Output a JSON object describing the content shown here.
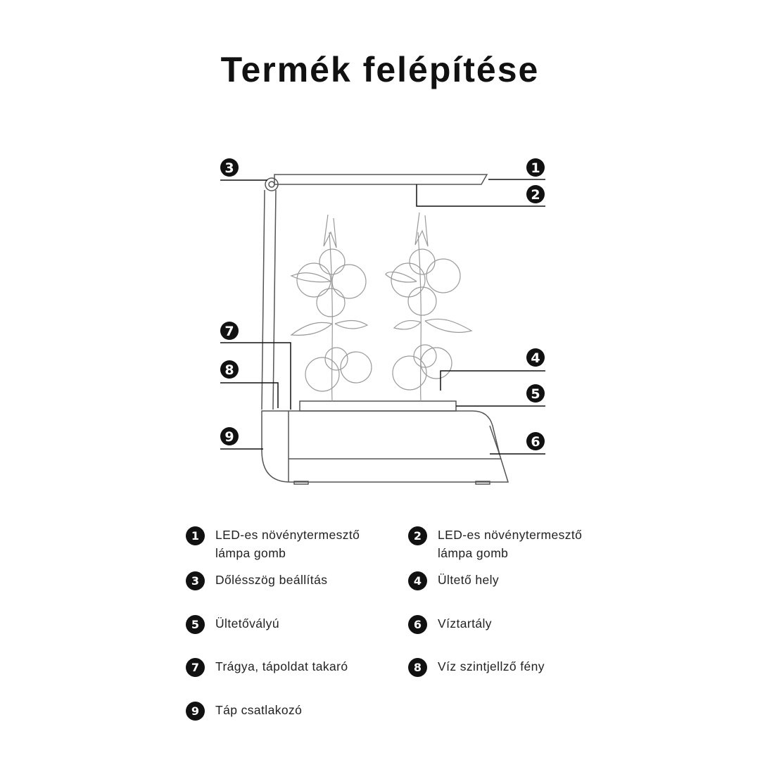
{
  "title": "Termék felépítése",
  "callouts": [
    "1",
    "2",
    "3",
    "4",
    "5",
    "6",
    "7",
    "8",
    "9"
  ],
  "legend": [
    {
      "num": "1",
      "lines": [
        "LED-es növénytermesztő",
        "lámpa gomb"
      ]
    },
    {
      "num": "2",
      "lines": [
        "LED-es növénytermesztő",
        "lámpa gomb"
      ]
    },
    {
      "num": "3",
      "lines": [
        "Dőlésszög beállítás"
      ]
    },
    {
      "num": "4",
      "lines": [
        "Ültető hely"
      ]
    },
    {
      "num": "5",
      "lines": [
        "Ültetővályú"
      ]
    },
    {
      "num": "6",
      "lines": [
        "Víztartály"
      ]
    },
    {
      "num": "7",
      "lines": [
        "Trágya, tápoldat takaró"
      ]
    },
    {
      "num": "8",
      "lines": [
        "Víz szintjellző fény"
      ]
    },
    {
      "num": "9",
      "lines": [
        "Táp csatlakozó"
      ]
    }
  ],
  "colors": {
    "ink": "#111111",
    "drawing": "#555555",
    "background": "#ffffff"
  }
}
